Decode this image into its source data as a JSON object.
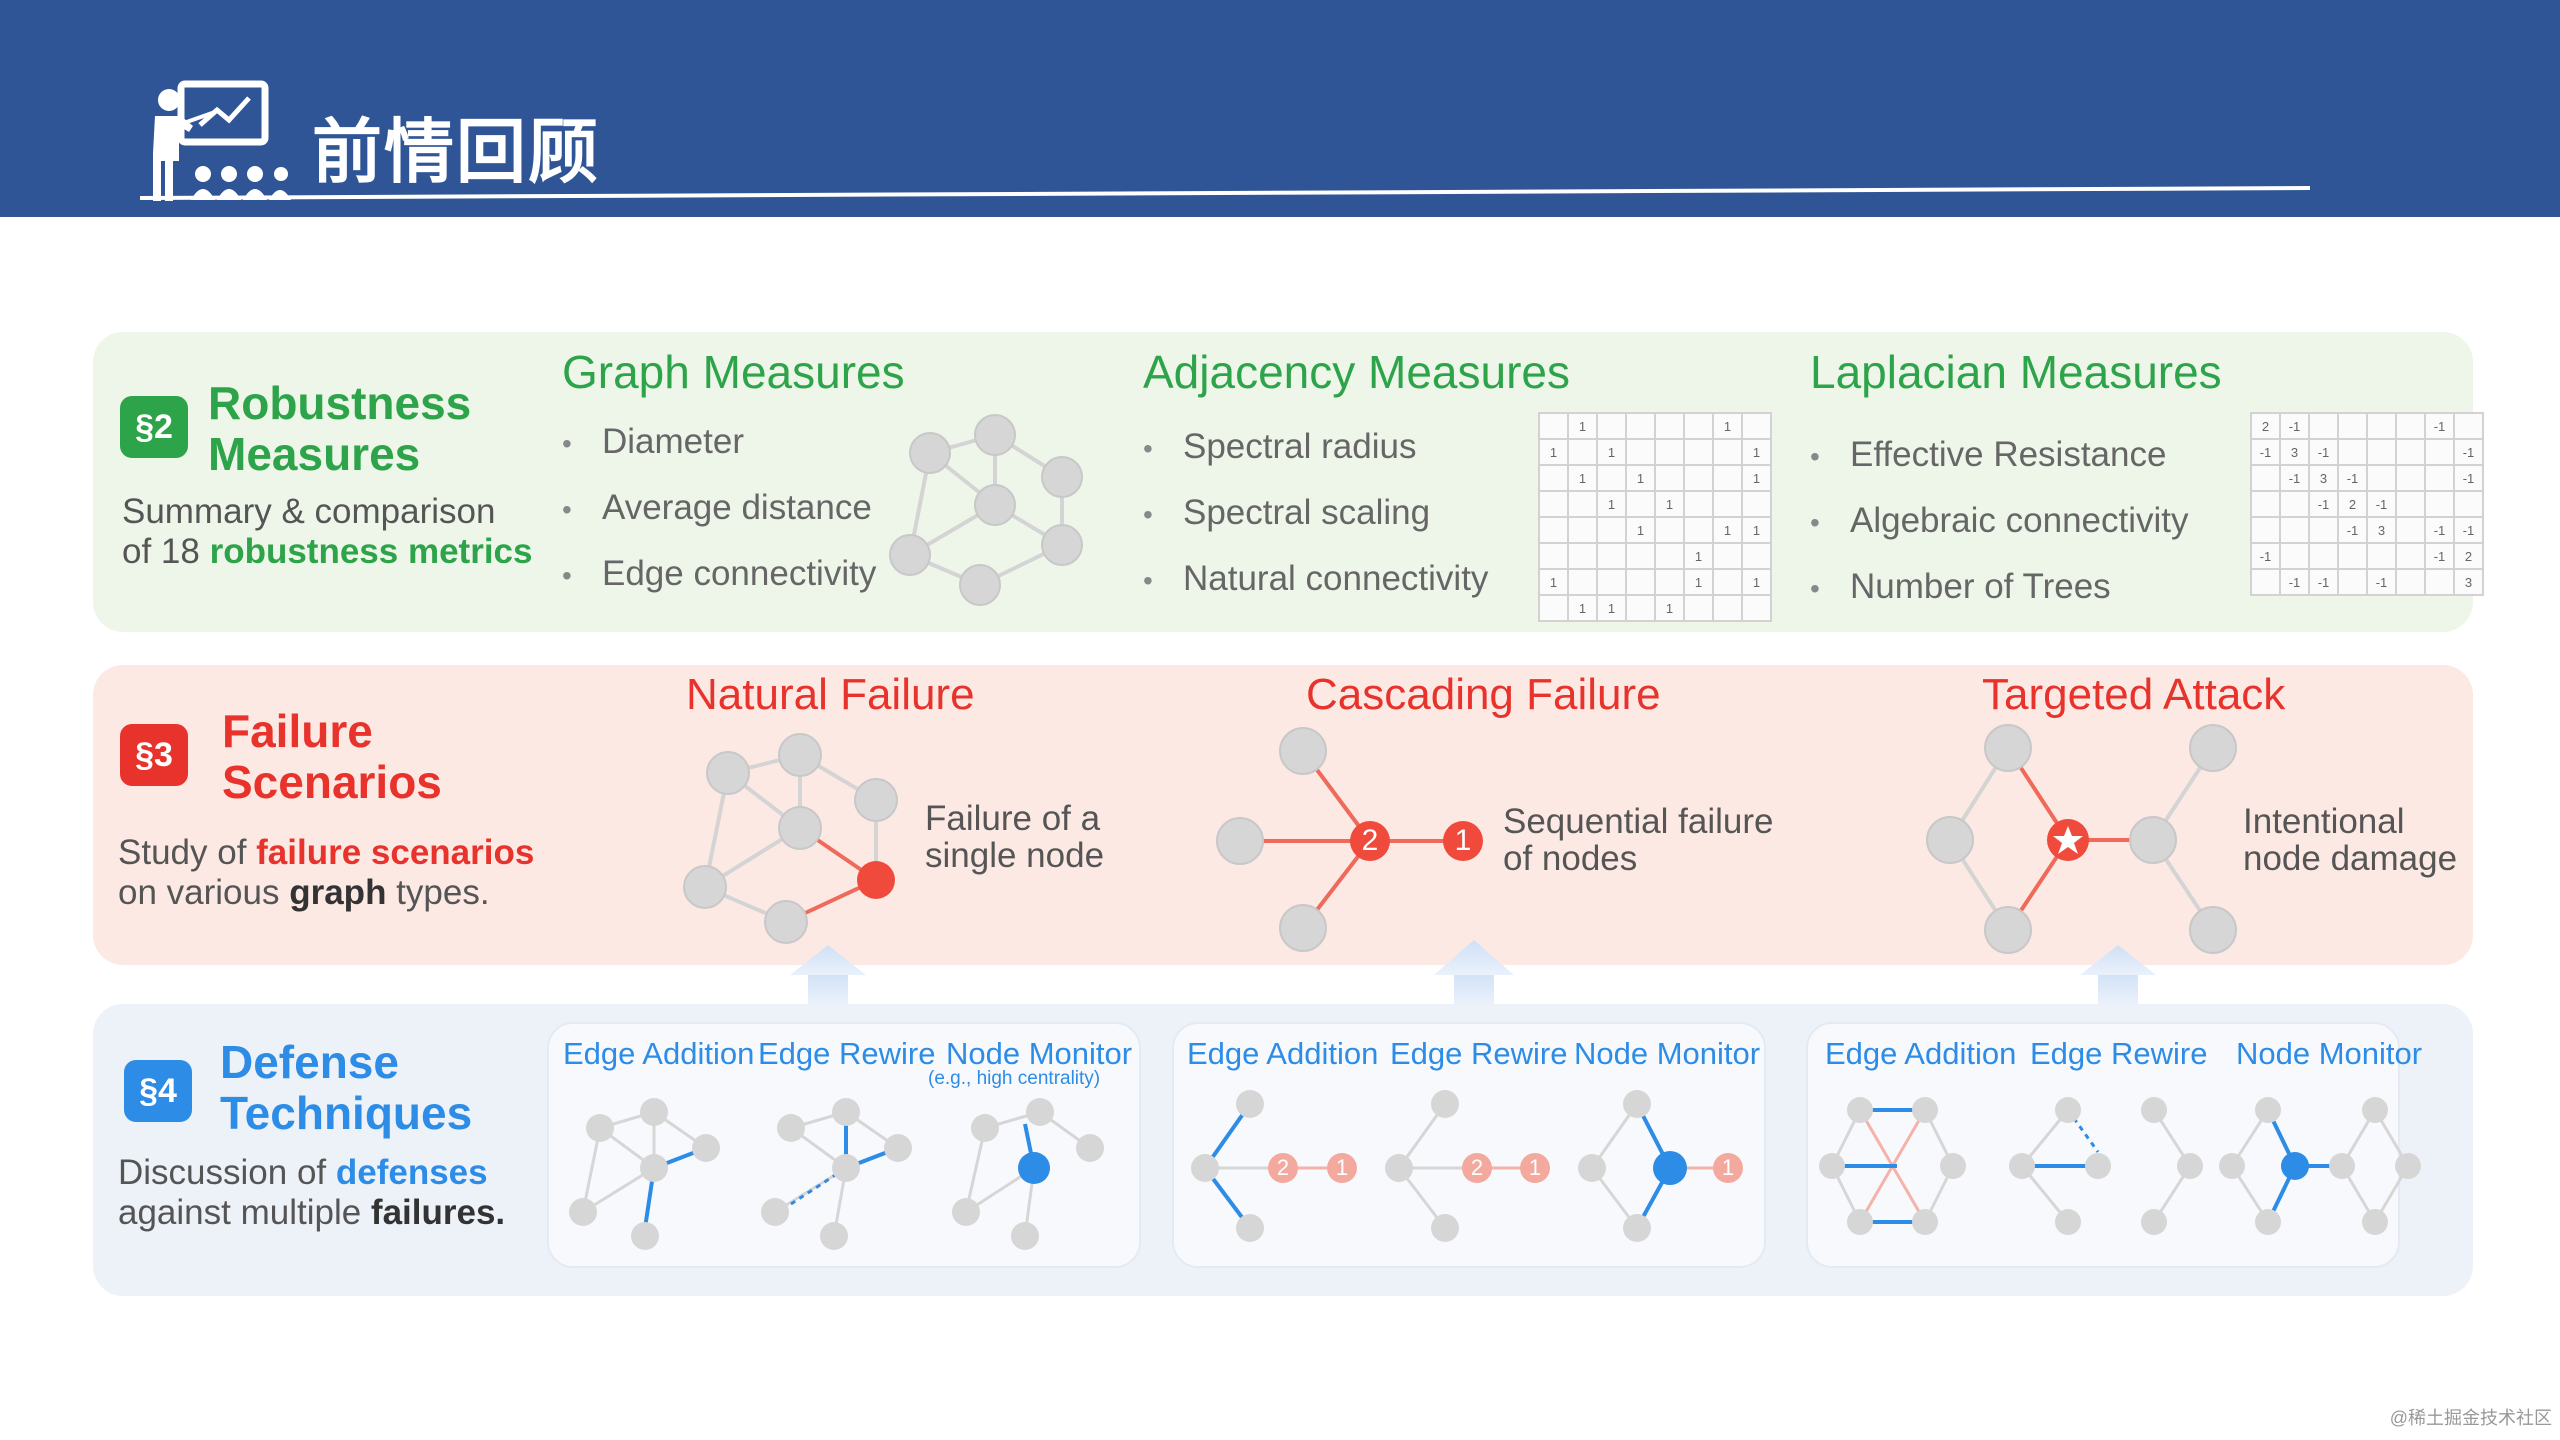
{
  "header": {
    "title": "前情回顾"
  },
  "sections": {
    "robustness": {
      "badge": "§2",
      "title_line1": "Robustness",
      "title_line2": "Measures",
      "desc_line1": "Summary & comparison",
      "desc_line2_pre": "of 18 ",
      "desc_line2_em": "robustness metrics",
      "color": "#2ea44a"
    },
    "failure": {
      "badge": "§3",
      "title_line1": "Failure",
      "title_line2": "Scenarios",
      "desc_line1_pre": "Study of ",
      "desc_line1_em": "failure scenarios",
      "desc_line2_pre": "on various ",
      "desc_line2_em": "graph",
      "desc_line2_post": " types.",
      "color": "#e8332c"
    },
    "defense": {
      "badge": "§4",
      "title_line1": "Defense",
      "title_line2": "Techniques",
      "desc_line1_pre": "Discussion of ",
      "desc_line1_em": "defenses",
      "desc_line2_pre": "against multiple ",
      "desc_line2_em": "failures.",
      "color": "#2d8ce6"
    }
  },
  "measures": {
    "graph": {
      "title": "Graph Measures",
      "items": [
        "Diameter",
        "Average distance",
        "Edge connectivity"
      ]
    },
    "adjacency": {
      "title": "Adjacency Measures",
      "items": [
        "Spectral radius",
        "Spectral scaling",
        "Natural connectivity"
      ]
    },
    "laplacian": {
      "title": "Laplacian Measures",
      "items": [
        "Effective Resistance",
        "Algebraic connectivity",
        "Number of Trees"
      ]
    }
  },
  "adjacency_matrix": [
    [
      "",
      "1",
      "",
      "",
      "",
      "",
      "1",
      ""
    ],
    [
      "1",
      "",
      "1",
      "",
      "",
      "",
      "",
      "1"
    ],
    [
      "",
      "1",
      "",
      "1",
      "",
      "",
      "",
      "1"
    ],
    [
      "",
      "",
      "1",
      "",
      "1",
      "",
      "",
      ""
    ],
    [
      "",
      "",
      "",
      "1",
      "",
      "",
      "1",
      "1"
    ],
    [
      "",
      "",
      "",
      "",
      "",
      "1",
      "",
      ""
    ],
    [
      "1",
      "",
      "",
      "",
      "",
      "1",
      "",
      "1"
    ],
    [
      "",
      "1",
      "1",
      "",
      "1",
      "",
      "",
      ""
    ]
  ],
  "laplacian_matrix": [
    [
      "2",
      "-1",
      "",
      "",
      "",
      "",
      "-1",
      ""
    ],
    [
      "-1",
      "3",
      "-1",
      "",
      "",
      "",
      "",
      "-1"
    ],
    [
      "",
      "-1",
      "3",
      "-1",
      "",
      "",
      "",
      "-1"
    ],
    [
      "",
      "",
      "-1",
      "2",
      "-1",
      "",
      "",
      ""
    ],
    [
      "",
      "",
      "",
      "-1",
      "3",
      "",
      "-1",
      "-1"
    ],
    [
      "-1",
      "",
      "",
      "",
      "",
      "",
      "-1",
      "2"
    ],
    [
      "",
      "-1",
      "-1",
      "",
      "-1",
      "",
      "",
      "3"
    ]
  ],
  "failures": {
    "natural": {
      "title": "Natural Failure",
      "desc_line1": "Failure of a",
      "desc_line2": "single node"
    },
    "cascading": {
      "title": "Cascading Failure",
      "desc_line1": "Sequential failure",
      "desc_line2": "of nodes",
      "node1": "2",
      "node2": "1"
    },
    "targeted": {
      "title": "Targeted Attack",
      "desc_line1": "Intentional",
      "desc_line2": "node damage"
    }
  },
  "defense_groups": [
    {
      "edge_addition": "Edge Addition",
      "edge_rewire": "Edge Rewire",
      "node_monitor": "Node Monitor",
      "note": "(e.g., high centrality)"
    },
    {
      "edge_addition": "Edge Addition",
      "edge_rewire": "Edge Rewire",
      "node_monitor": "Node Monitor",
      "n2": "2",
      "n1": "1"
    },
    {
      "edge_addition": "Edge Addition",
      "edge_rewire": "Edge Rewire",
      "node_monitor": "Node Monitor"
    }
  ],
  "watermark": "@稀土掘金技术社区",
  "colors": {
    "banner": "#2f5597",
    "green": "#2ea44a",
    "red": "#e8332c",
    "blue": "#2d8ce6"
  }
}
